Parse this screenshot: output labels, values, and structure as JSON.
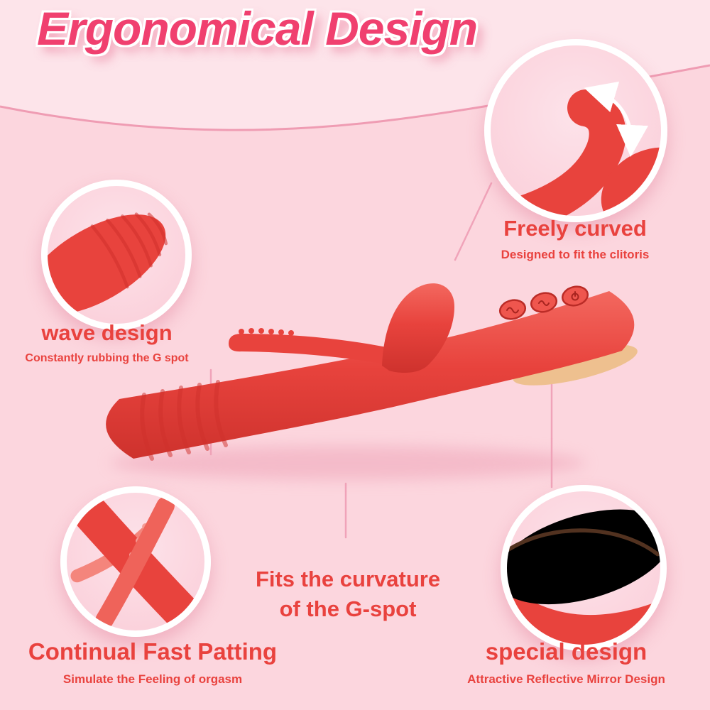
{
  "title": "Ergonomical Design",
  "colors": {
    "background": "#fcd6de",
    "band_pink": "#fde4ea",
    "product_red": "#e8433d",
    "label_red": "#e9423e",
    "mirror_gold": "#eec08f",
    "line_pink": "#f0a3b9"
  },
  "callouts": {
    "wave_design": {
      "label": "wave design",
      "sub": "Constantly rubbing the G spot"
    },
    "freely_curved": {
      "label": "Freely curved",
      "sub": "Designed to fit the clitoris"
    },
    "continual_fast_patting": {
      "label": "Continual Fast Patting",
      "sub": "Simulate the Feeling of orgasm"
    },
    "fits_curvature": {
      "line1": "Fits the curvature",
      "line2": "of the G-spot"
    },
    "special_design": {
      "label": "special design",
      "sub": "Attractive Reflective Mirror Design"
    }
  }
}
